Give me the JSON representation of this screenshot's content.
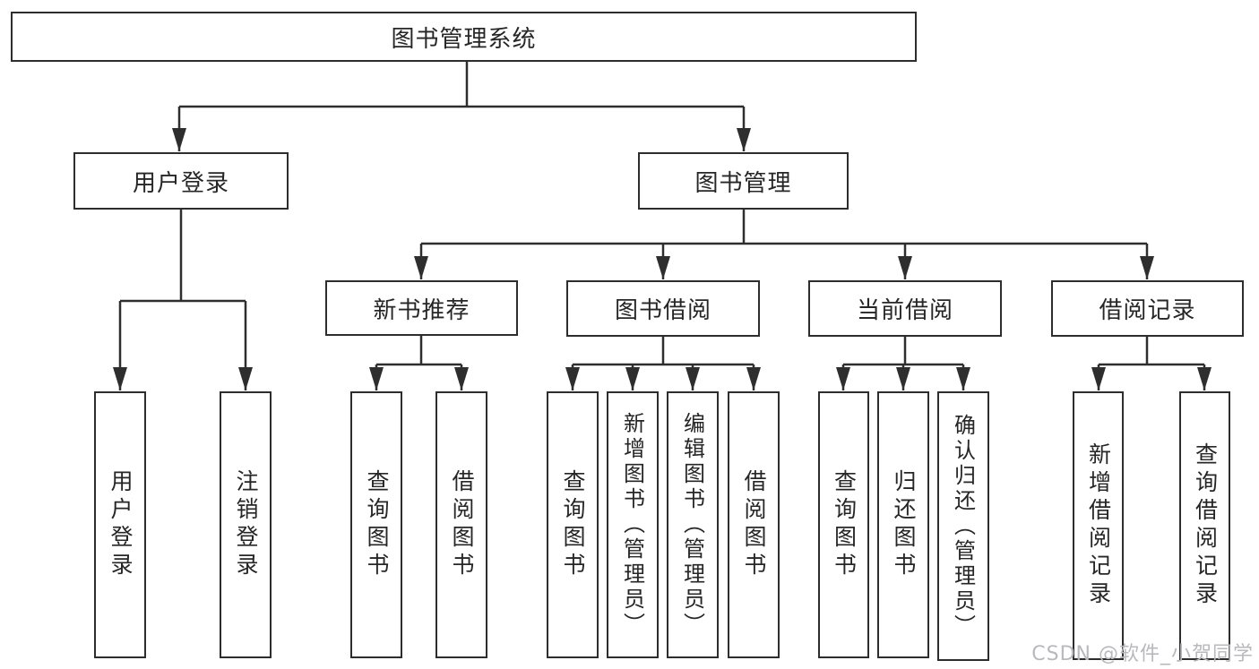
{
  "diagram": {
    "root": {
      "label": "图书管理系统",
      "children": [
        {
          "label": "用户登录",
          "children": [
            {
              "label": "用户登录"
            },
            {
              "label": "注销登录"
            }
          ]
        },
        {
          "label": "图书管理",
          "children": [
            {
              "label": "新书推荐",
              "children": [
                {
                  "label": "查询图书"
                },
                {
                  "label": "借阅图书"
                }
              ]
            },
            {
              "label": "图书借阅",
              "children": [
                {
                  "label": "查询图书"
                },
                {
                  "label": "新增图书（管理员）"
                },
                {
                  "label": "编辑图书（管理员）"
                },
                {
                  "label": "借阅图书"
                }
              ]
            },
            {
              "label": "当前借阅",
              "children": [
                {
                  "label": "查询图书"
                },
                {
                  "label": "归还图书"
                },
                {
                  "label": "确认归还（管理员）"
                }
              ]
            },
            {
              "label": "借阅记录",
              "children": [
                {
                  "label": "新增借阅记录"
                },
                {
                  "label": "查询借阅记录"
                }
              ]
            }
          ]
        }
      ]
    },
    "colors": {
      "line": "#2e2e2e",
      "box_border": "#2d2d2d",
      "text": "#262626",
      "background": "#ffffff",
      "watermark": "#b9b9bd"
    }
  },
  "watermark": {
    "text": "CSDN @软件_小贺同学"
  }
}
